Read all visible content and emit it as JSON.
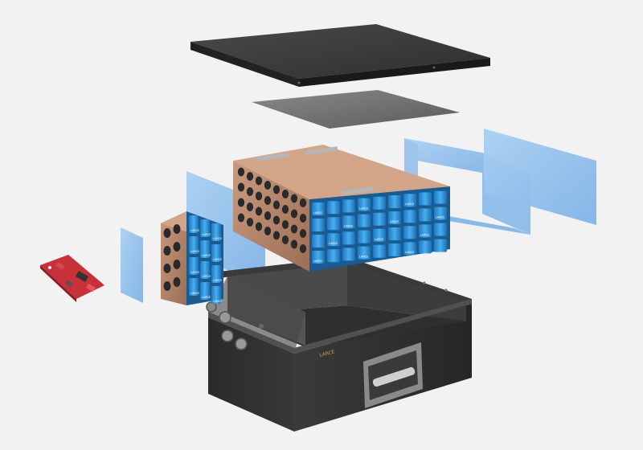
{
  "scene": {
    "background": "#f2f2f2",
    "cell_brand": "LARCE",
    "colors": {
      "cell_blue": "#2a8fd6",
      "cell_blue_light": "#6cc0f2",
      "insulation_blue": "#9cc6ee",
      "holder_copper": "#b8876a",
      "case_dark": "#2b2b2b",
      "lid_dark": "#333333",
      "bms_red": "#c8303a"
    },
    "components": [
      "top-lid",
      "insulation-pad",
      "battery-module-large",
      "battery-module-small",
      "side-insulation-sheets",
      "bms-board",
      "battery-case"
    ]
  }
}
